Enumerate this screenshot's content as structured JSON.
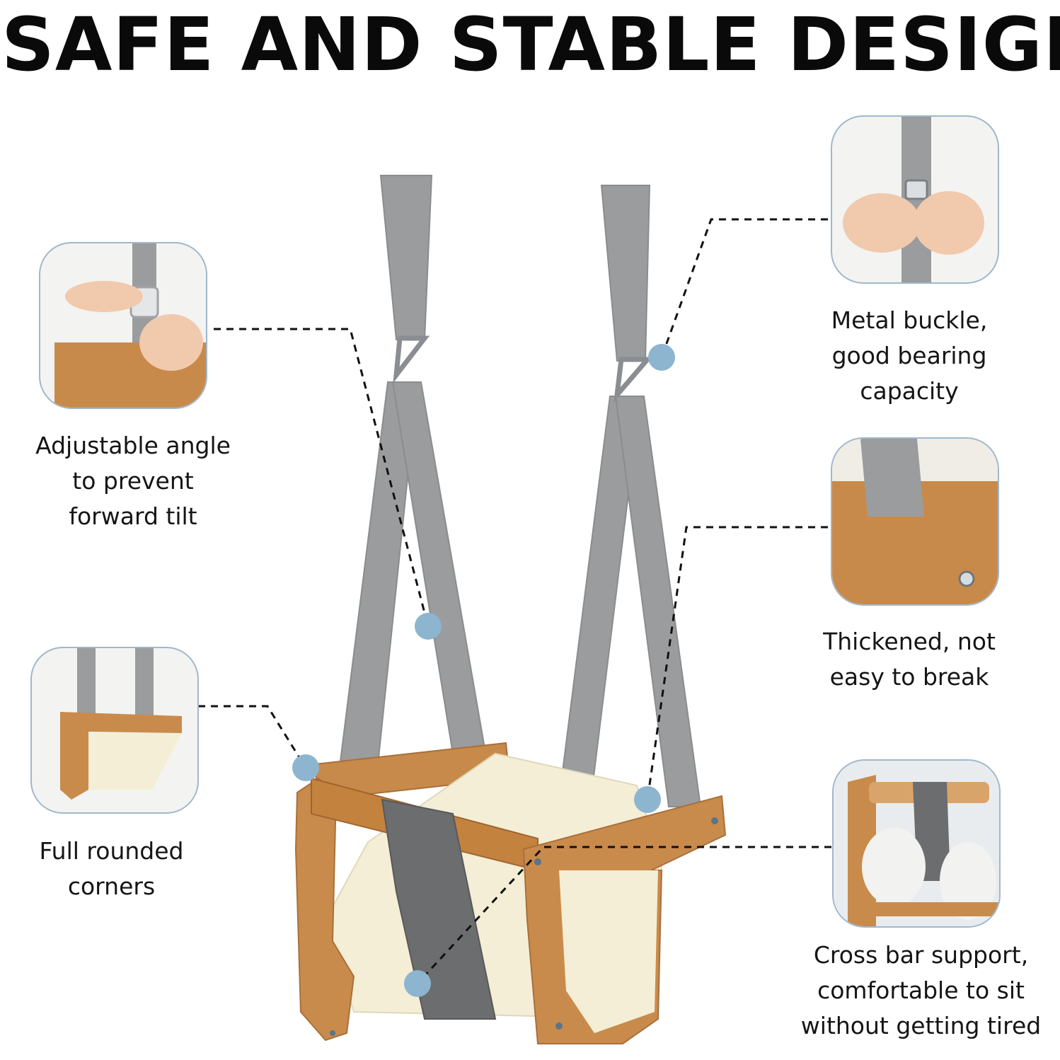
{
  "headline": "SAFE AND STABLE DESIGN",
  "callouts": {
    "adjustable": {
      "lines": [
        "Adjustable angle",
        "to prevent",
        "forward tilt"
      ]
    },
    "rounded": {
      "lines": [
        "Full rounded",
        "corners"
      ]
    },
    "buckle": {
      "lines": [
        "Metal buckle,",
        "good bearing",
        "capacity"
      ]
    },
    "thickened": {
      "lines": [
        "Thickened, not",
        "easy to break"
      ]
    },
    "crossbar": {
      "lines": [
        "Cross bar support,",
        "comfortable to sit",
        "without getting tired"
      ]
    }
  },
  "colors": {
    "accent_dot": "#8db5cf",
    "strap": "#9a9c9e",
    "wood": "#c88a4a",
    "fabric": "#f4eed6",
    "panel": "#6b6d6f"
  }
}
